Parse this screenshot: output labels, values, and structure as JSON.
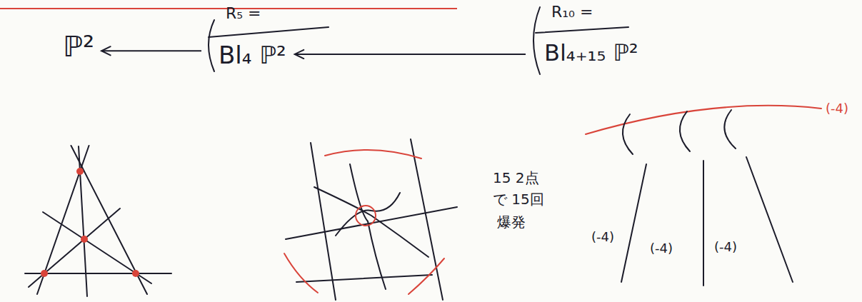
{
  "diagram": {
    "nodes": [
      {
        "text": [
          "ℙ²"
        ]
      },
      {
        "text": [
          "Bl₄ ℙ²"
        ]
      },
      {
        "text": [
          "Bl₄₊₁₅ ℙ²"
        ]
      }
    ],
    "edges": [
      {
        "from": 1,
        "to": 0,
        "arrow": "to"
      },
      {
        "from": 2,
        "to": 1,
        "arrow": "to"
      }
    ],
    "labels": [
      "R₅ =",
      "R₁₀ =",
      "15 2点",
      "で 15回",
      "爆発",
      "(-4)",
      "(-4)",
      "(-4)",
      "(-4)"
    ]
  }
}
